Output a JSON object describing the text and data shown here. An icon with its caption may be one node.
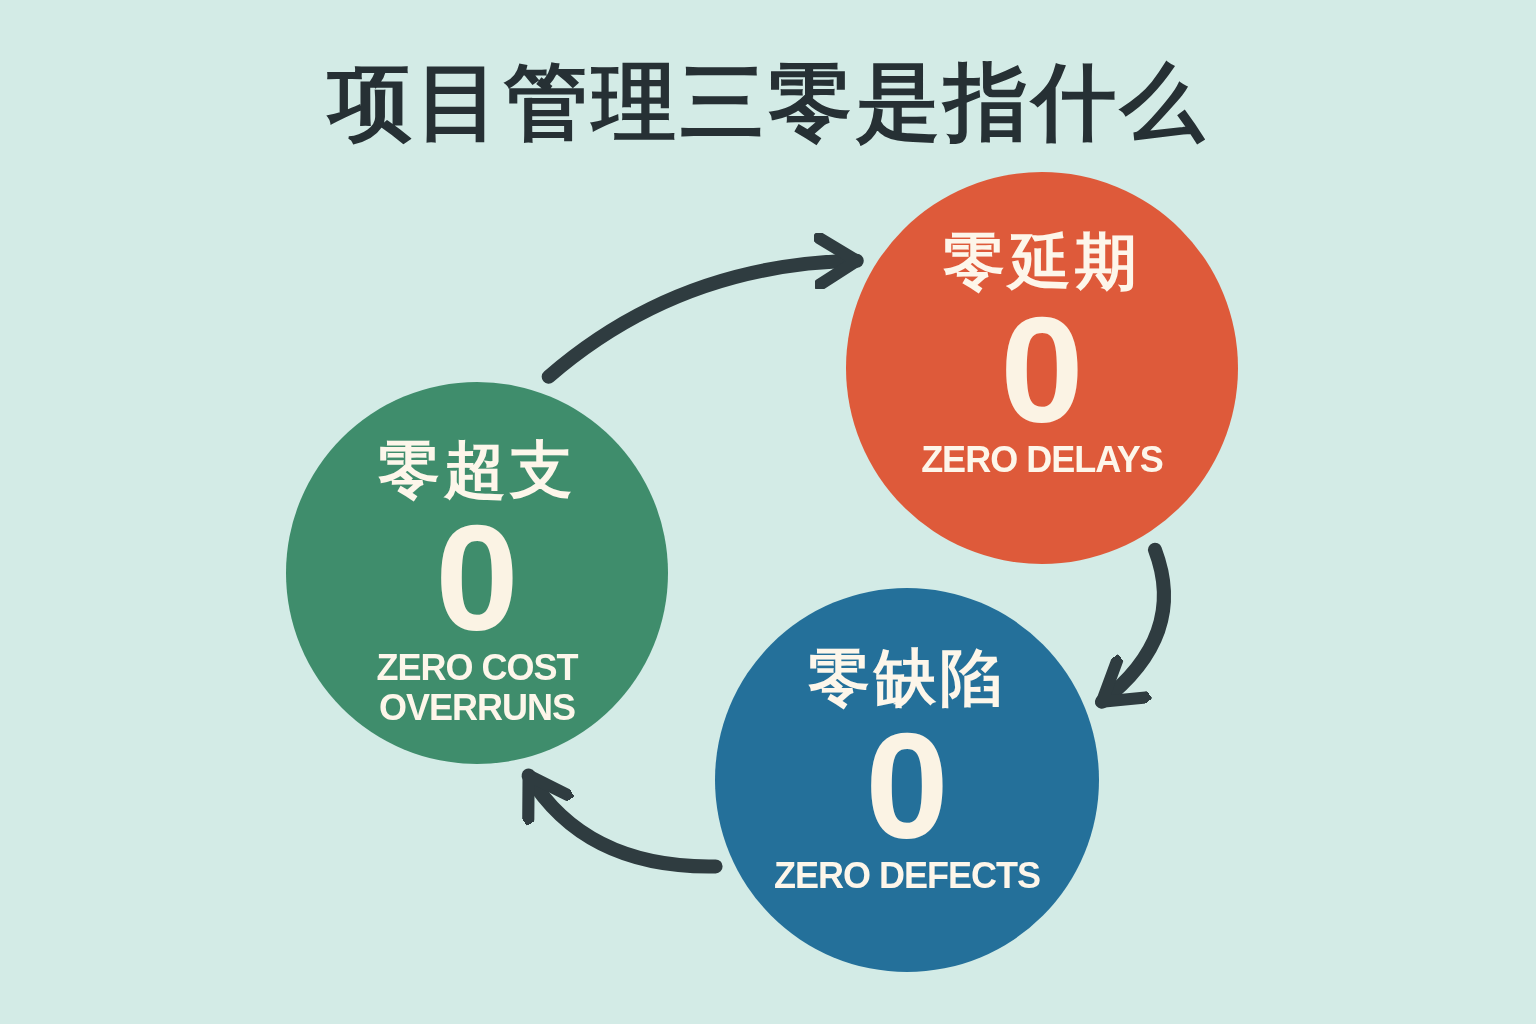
{
  "diagram": {
    "title": "项目管理三零是指什么",
    "nodes": [
      {
        "text": [
          "零超支",
          "0",
          "ZERO COST OVERRUNS"
        ]
      },
      {
        "text": [
          "零延期",
          "0",
          "ZERO DELAYS"
        ]
      },
      {
        "text": [
          "零缺陷",
          "0",
          "ZERO DEFECTS"
        ]
      }
    ],
    "edges": [
      {
        "from": 0,
        "to": 1,
        "arrow": "to"
      },
      {
        "from": 1,
        "to": 2,
        "arrow": "to"
      },
      {
        "from": 2,
        "to": 0,
        "arrow": "to"
      }
    ]
  }
}
